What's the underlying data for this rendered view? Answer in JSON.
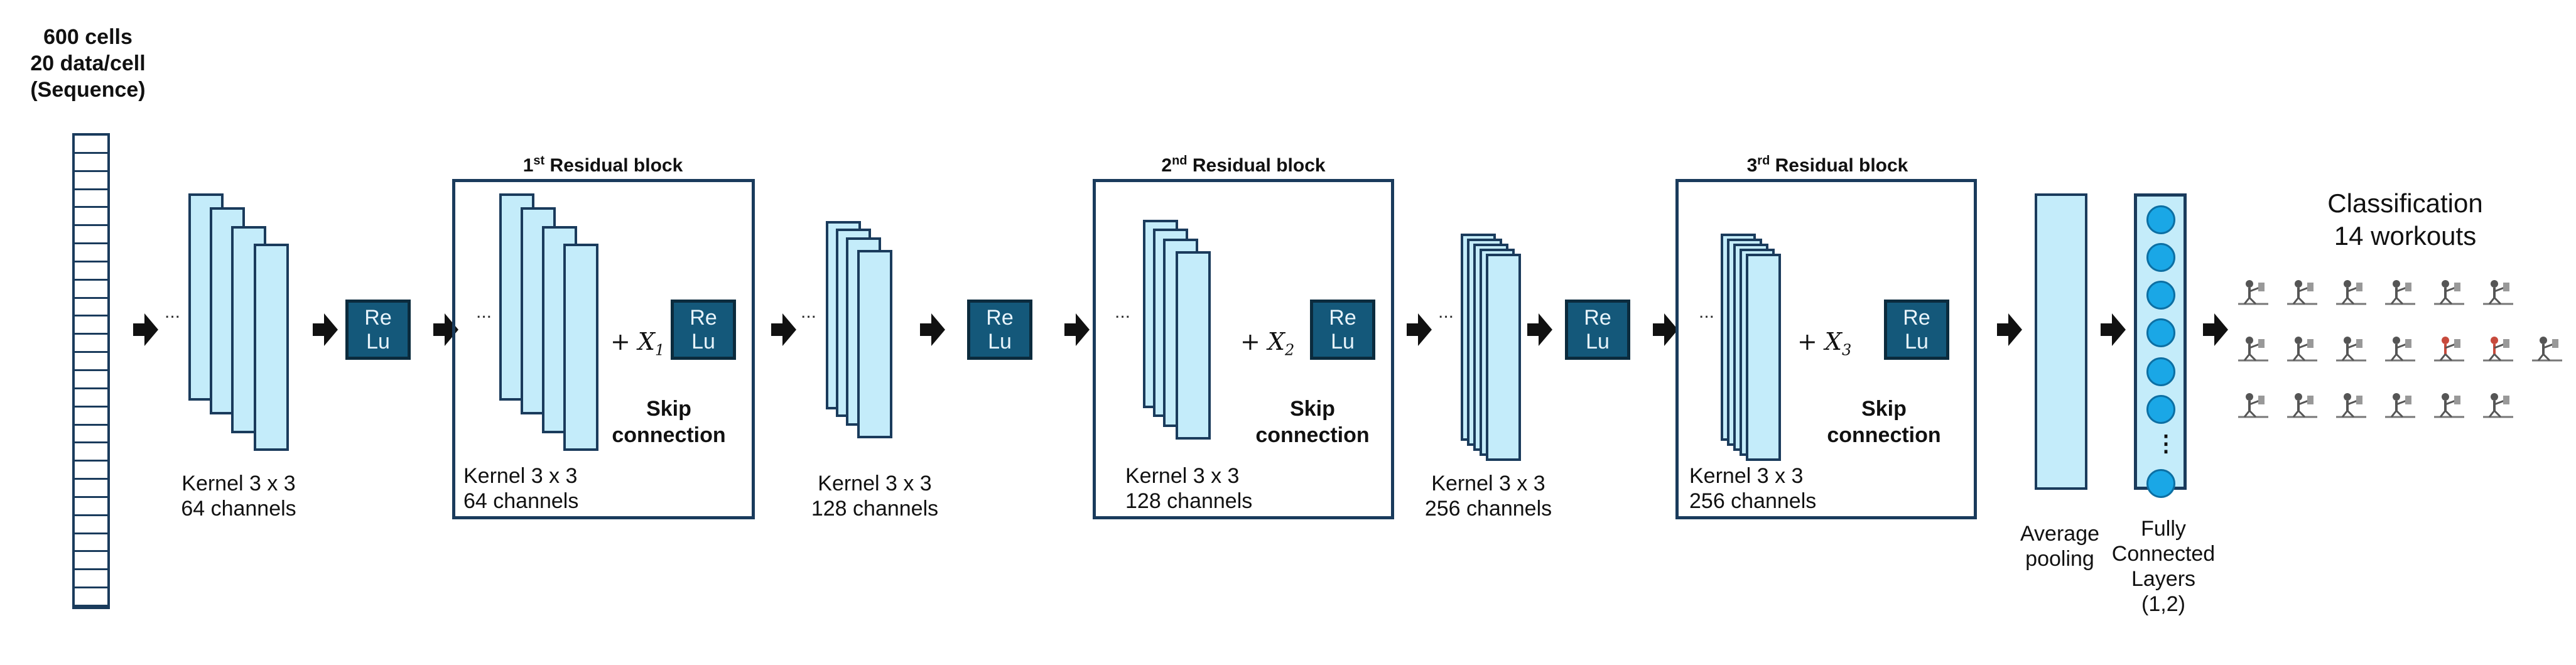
{
  "input": {
    "line1": "600 cells",
    "line2": "20 data/cell",
    "line3": "(Sequence)"
  },
  "relu": {
    "top": "Re",
    "bottom": "Lu"
  },
  "ellipsis": "...",
  "conv1": {
    "kernel": "Kernel 3 x 3",
    "channels": "64 channels"
  },
  "block1": {
    "ordinal": "1",
    "suffix": "st",
    "title": " Residual block",
    "kernel": "Kernel 3 x 3",
    "channels": "64 channels",
    "plus": "+ X",
    "sub": "1",
    "skip1": "Skip",
    "skip2": "connection"
  },
  "conv2": {
    "kernel": "Kernel 3 x 3",
    "channels": "128 channels"
  },
  "block2": {
    "ordinal": "2",
    "suffix": "nd",
    "title": " Residual block",
    "kernel": "Kernel 3 x 3",
    "channels": "128 channels",
    "plus": "+ X",
    "sub": "2",
    "skip1": "Skip",
    "skip2": "connection"
  },
  "conv3": {
    "kernel": "Kernel 3 x 3",
    "channels": "256 channels"
  },
  "block3": {
    "ordinal": "3",
    "suffix": "rd",
    "title": " Residual block",
    "kernel": "Kernel 3 x 3",
    "channels": "256 channels",
    "plus": "+ X",
    "sub": "3",
    "skip1": "Skip",
    "skip2": "connection"
  },
  "pooling": {
    "line1": "Average",
    "line2": "pooling"
  },
  "fc": {
    "line1": "Fully",
    "line2": "Connected",
    "line3": "Layers",
    "line4": "(1,2)",
    "vdots": "⋮"
  },
  "classification": {
    "line1": "Classification",
    "line2": "14 workouts"
  },
  "colors": {
    "layer_fill": "#c4ecfa",
    "layer_border": "#1a3b5c",
    "relu_fill": "#14587a",
    "node_fill": "#1aa7e6"
  }
}
